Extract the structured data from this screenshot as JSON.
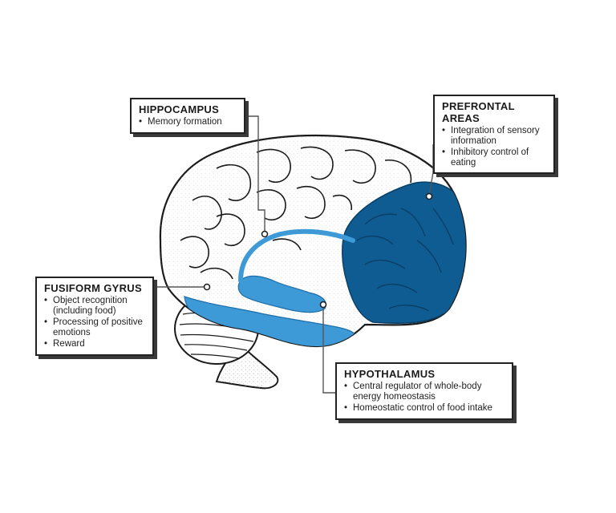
{
  "colors": {
    "light_blue": "#3d9ad6",
    "dark_blue": "#0f5c93",
    "outline": "#1a1a1a",
    "stipple": "#cfcfcf"
  },
  "regions": [
    {
      "id": "hippocampus",
      "title": "HIPPOCAMPUS",
      "bullets": [
        "Memory formation"
      ]
    },
    {
      "id": "prefrontal",
      "title": "PREFRONTAL AREAS",
      "bullets": [
        "Integration of sensory information",
        "Inhibitory control of eating"
      ]
    },
    {
      "id": "fusiform",
      "title": "FUSIFORM GYRUS",
      "bullets": [
        "Object recognition (including food)",
        "Processing of positive emotions",
        "Reward"
      ]
    },
    {
      "id": "hypothalamus",
      "title": "HYPOTHALAMUS",
      "bullets": [
        "Central regulator of whole-body energy homeostasis",
        "Homeostatic control of food intake"
      ]
    }
  ]
}
